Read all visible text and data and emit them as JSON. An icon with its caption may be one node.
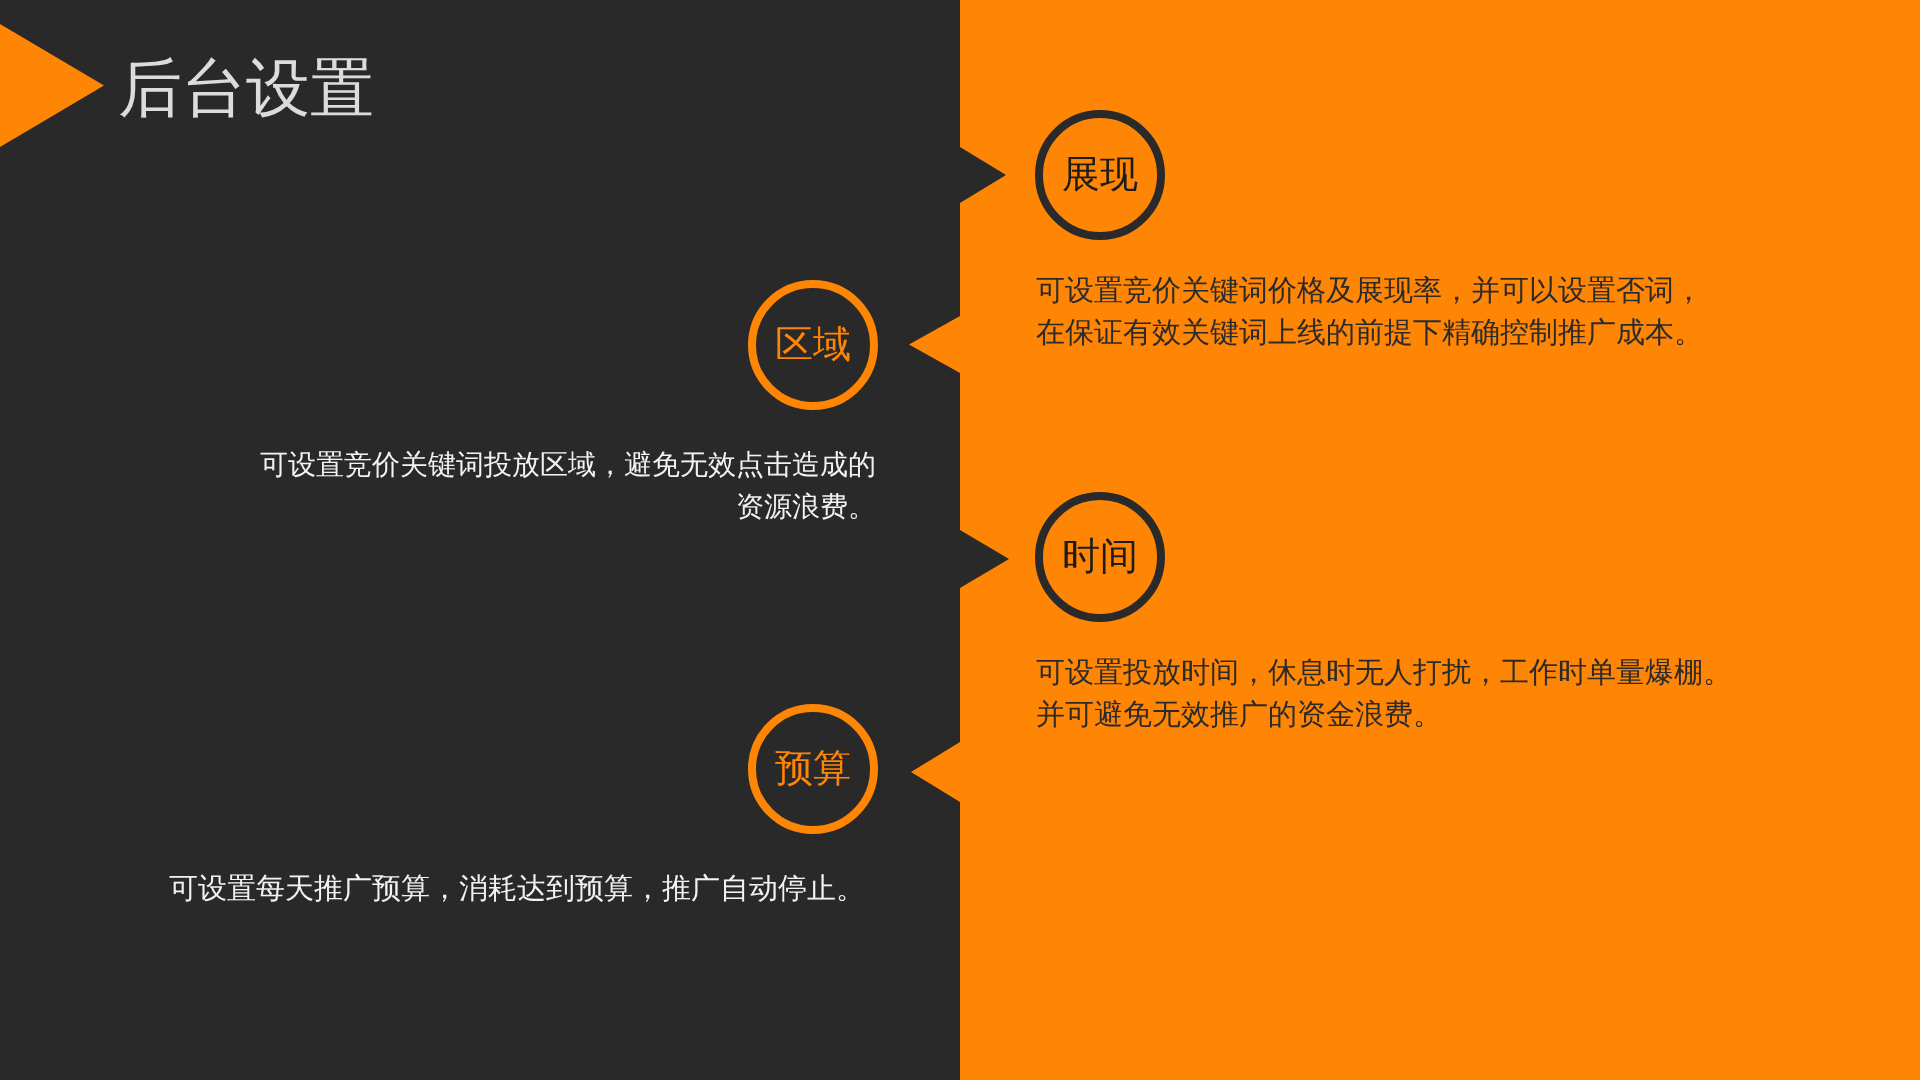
{
  "diagram": {
    "title": "后台设置",
    "nodes": [
      {
        "text": [
          "展现"
        ],
        "beside": [
          "可设置竞价关键词价格及展现率，并可以设置否词，在保证有效关键词上线的前提下精确控制推广成本。"
        ]
      },
      {
        "text": [
          "区域"
        ],
        "beside": [
          "可设置竞价关键词投放区域，避免无效点击造成的资源浪费。"
        ]
      },
      {
        "text": [
          "时间"
        ],
        "beside": [
          "可设置投放时间，休息时无人打扰，工作时单量爆棚。并可避免无效推广的资金浪费。"
        ]
      },
      {
        "text": [
          "预算"
        ],
        "beside": [
          "可设置每天推广预算，消耗达到预算，推广自动停止。"
        ]
      }
    ]
  }
}
